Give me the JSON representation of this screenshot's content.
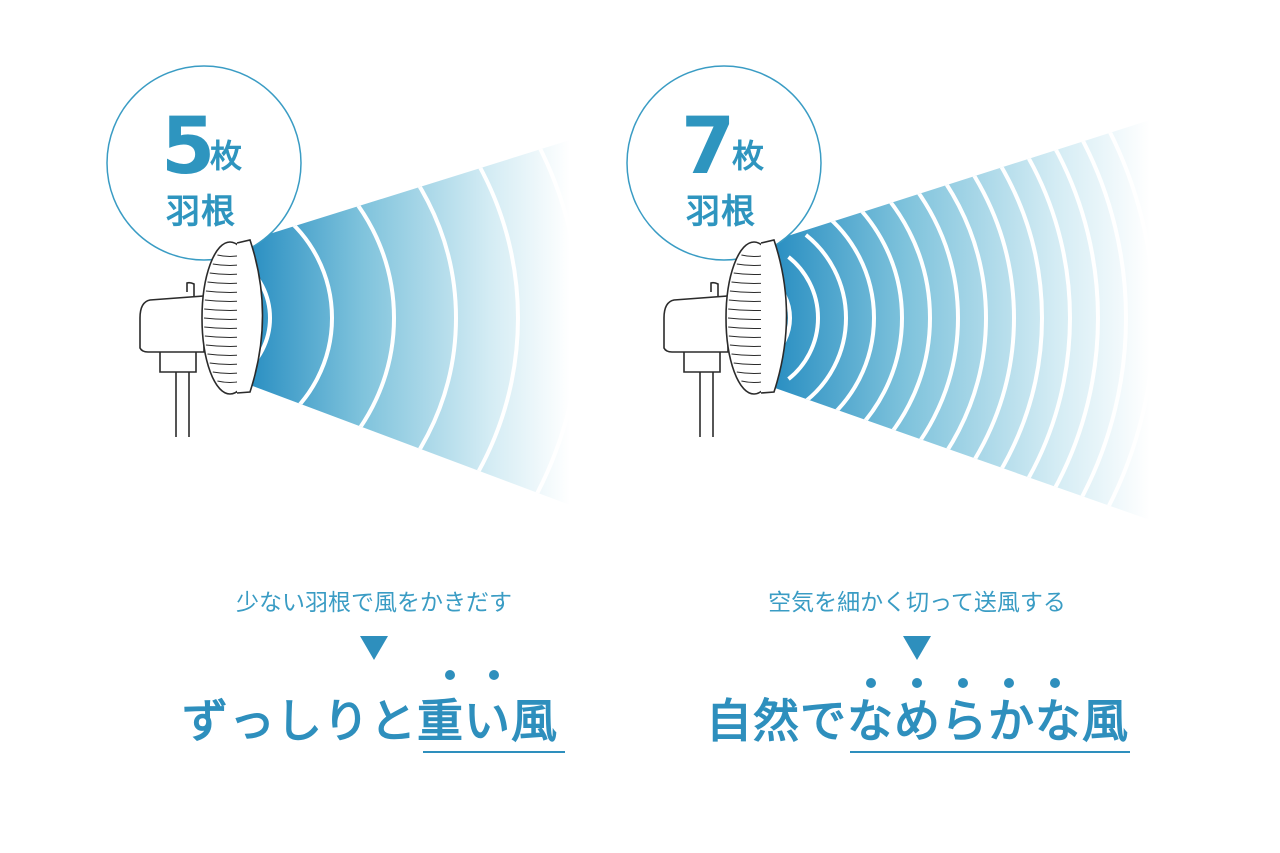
{
  "left": {
    "blade_count": "5",
    "unit": "枚",
    "blade_label": "羽根",
    "caption": "少ない羽根で風をかきだす",
    "headline_plain": "ずっしりと",
    "headline_emph": "重い風"
  },
  "right": {
    "blade_count": "7",
    "unit": "枚",
    "blade_label": "羽根",
    "caption": "空気を細かく切って送風する",
    "headline_plain": "自然で",
    "headline_emph": "なめらかな風"
  },
  "colors": {
    "accent": "#2e95bf",
    "wind_dark": "#2a8fc2",
    "wind_light": "#ffffff",
    "outline": "#2b2b2b"
  },
  "icons": [
    "fan-icon",
    "down-triangle-icon"
  ]
}
